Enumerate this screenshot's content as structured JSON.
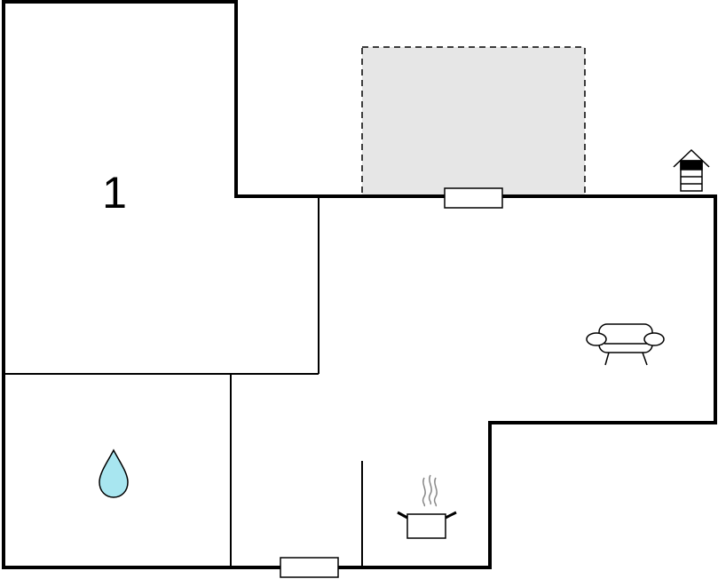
{
  "rooms": [
    {
      "id": "bedroom",
      "number": "1"
    }
  ],
  "icons": [
    {
      "name": "bathroom-water-drop-icon",
      "color": "#a8e6f0"
    },
    {
      "name": "living-room-sofa-icon"
    },
    {
      "name": "kitchen-pot-icon"
    },
    {
      "name": "house-entrance-icon"
    }
  ],
  "terrace": {
    "fill_color": "#e6e6e6",
    "border": "dashed"
  },
  "wall_color": "#000000"
}
